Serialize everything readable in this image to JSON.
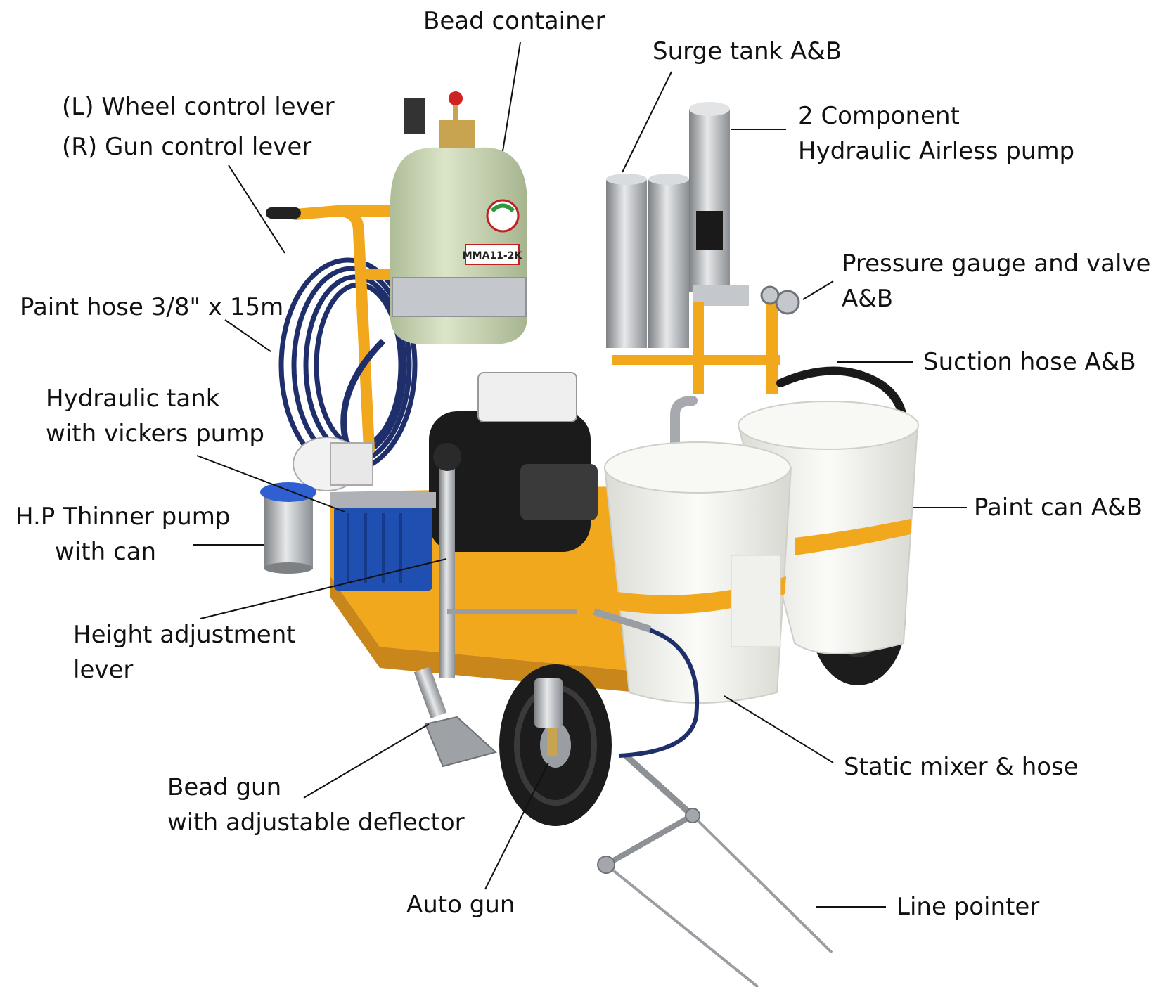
{
  "labels": {
    "bead_container": [
      "Bead container"
    ],
    "surge_tank": [
      "Surge tank A&B"
    ],
    "wheel_gun_lever": [
      "(L) Wheel control lever",
      "(R) Gun control lever"
    ],
    "airless_pump": [
      "2 Component",
      "Hydraulic Airless pump"
    ],
    "pressure_gauge": [
      "Pressure gauge and valve",
      "A&B"
    ],
    "paint_hose": [
      "Paint hose 3/8\" x 15m"
    ],
    "suction_hose": [
      "Suction hose A&B"
    ],
    "hydraulic_tank": [
      "Hydraulic tank",
      "with vickers pump"
    ],
    "thinner_pump": [
      "H.P Thinner pump",
      "with can"
    ],
    "paint_can": [
      "Paint can A&B"
    ],
    "height_lever": [
      "Height adjustment",
      "lever"
    ],
    "static_mixer": [
      "Static mixer & hose"
    ],
    "bead_gun": [
      "Bead gun",
      "with adjustable deflector"
    ],
    "auto_gun": [
      "Auto gun"
    ],
    "line_pointer": [
      "Line pointer"
    ]
  },
  "tank_brand_text": "MMA11-2K",
  "colors": {
    "frame_yellow": "#f2a81d",
    "tank_green": "#c9d6b4",
    "bucket_white": "#f3f3ef",
    "hose_blue": "#1f2f6b",
    "pump_blue": "#1f4fb0",
    "steel": "#b8bcc0",
    "tire": "#1c1c1c"
  }
}
